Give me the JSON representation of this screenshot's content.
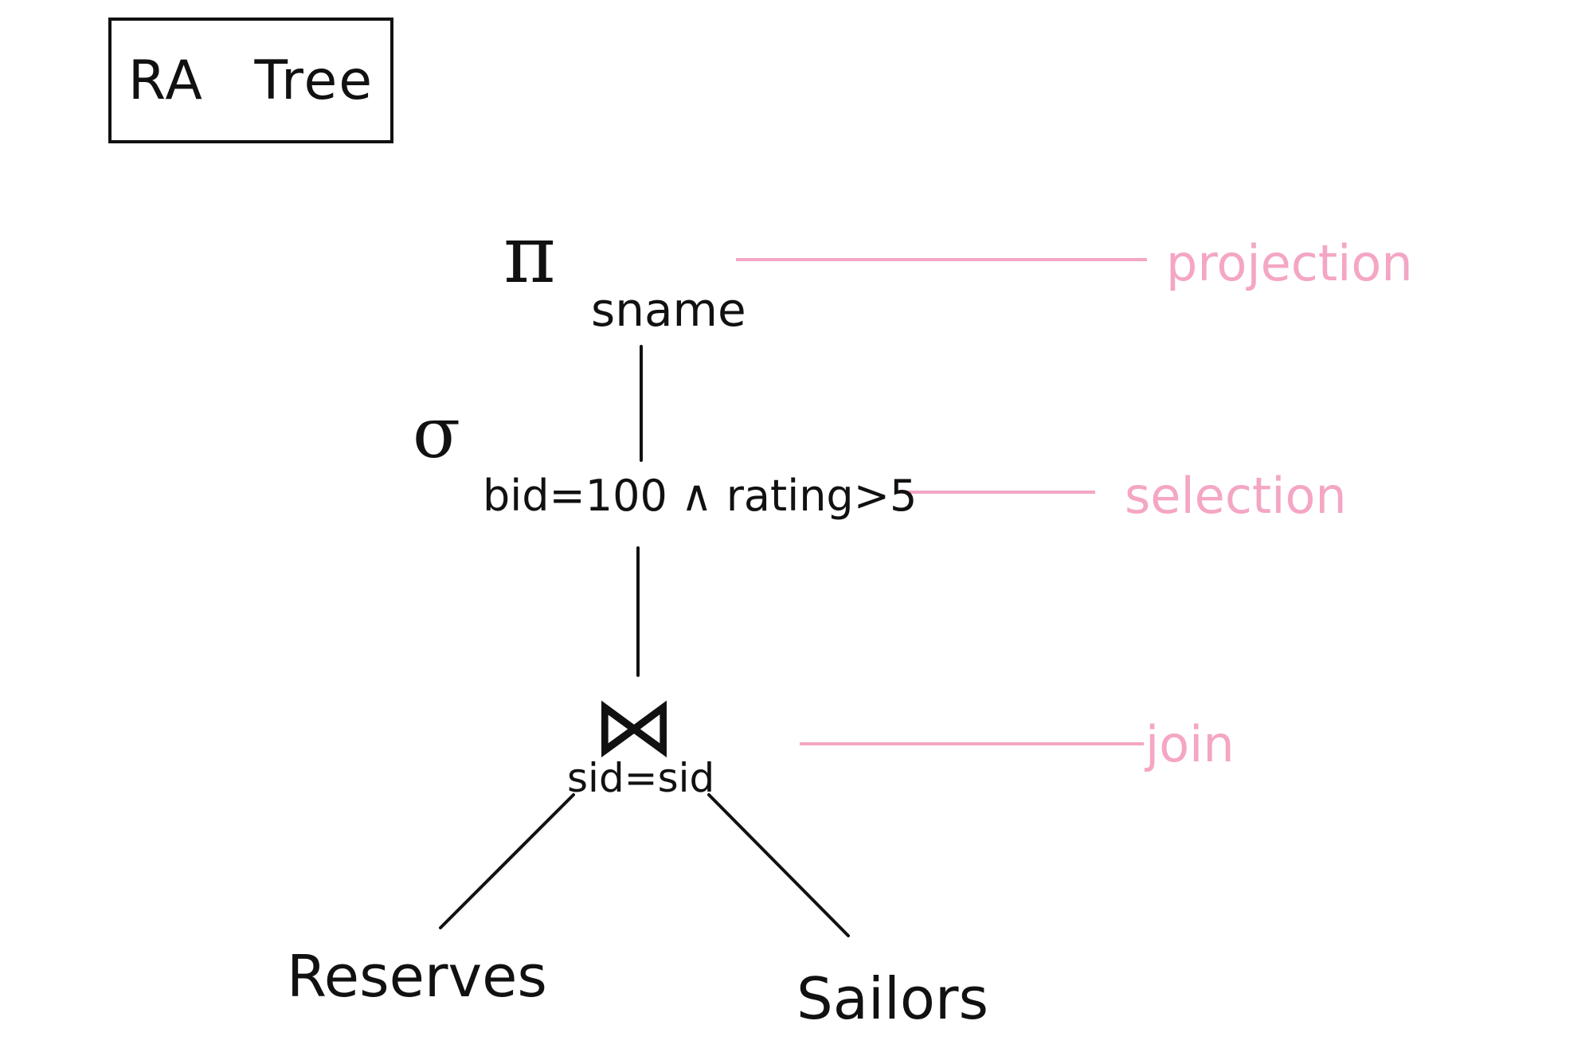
{
  "title": "RA Tree",
  "colors": {
    "ink": "#111111",
    "annotation": "#f4a6c4"
  },
  "nodes": {
    "projection": {
      "symbol": "π",
      "subscript": "sname"
    },
    "selection": {
      "symbol": "σ",
      "subscript": "bid=100 ∧ rating>5"
    },
    "join": {
      "symbol": "⋈",
      "subscript": "sid=sid"
    },
    "left_leaf": "Reserves",
    "right_leaf": "Sailors"
  },
  "annotations": {
    "projection": "projection",
    "selection": "selection",
    "join": "join"
  }
}
